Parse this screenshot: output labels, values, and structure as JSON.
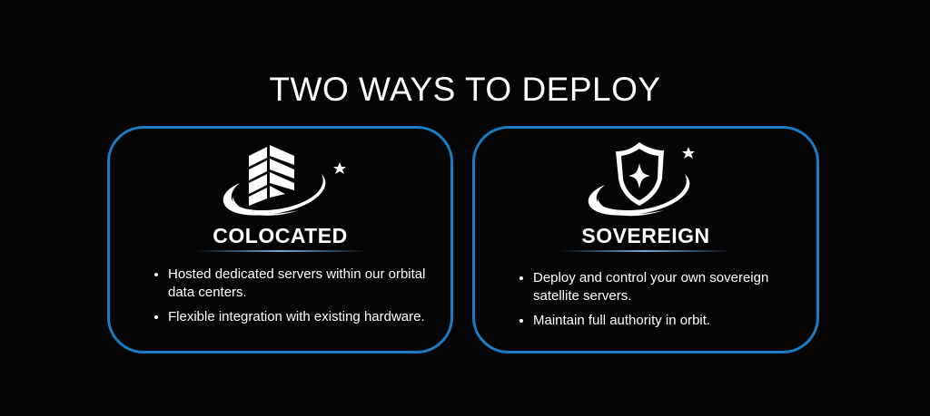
{
  "title": "TWO WAYS TO DEPLOY",
  "accent": "#1b7bc4",
  "cards": [
    {
      "heading": "COLOCATED",
      "icon": "building-orbit-icon",
      "bullets": [
        "Hosted dedicated servers within our orbital data centers.",
        "Flexible integration with existing hardware."
      ]
    },
    {
      "heading": "SOVEREIGN",
      "icon": "shield-orbit-icon",
      "bullets": [
        "Deploy and control your own sovereign satellite servers.",
        "Maintain full authority in orbit."
      ]
    }
  ]
}
